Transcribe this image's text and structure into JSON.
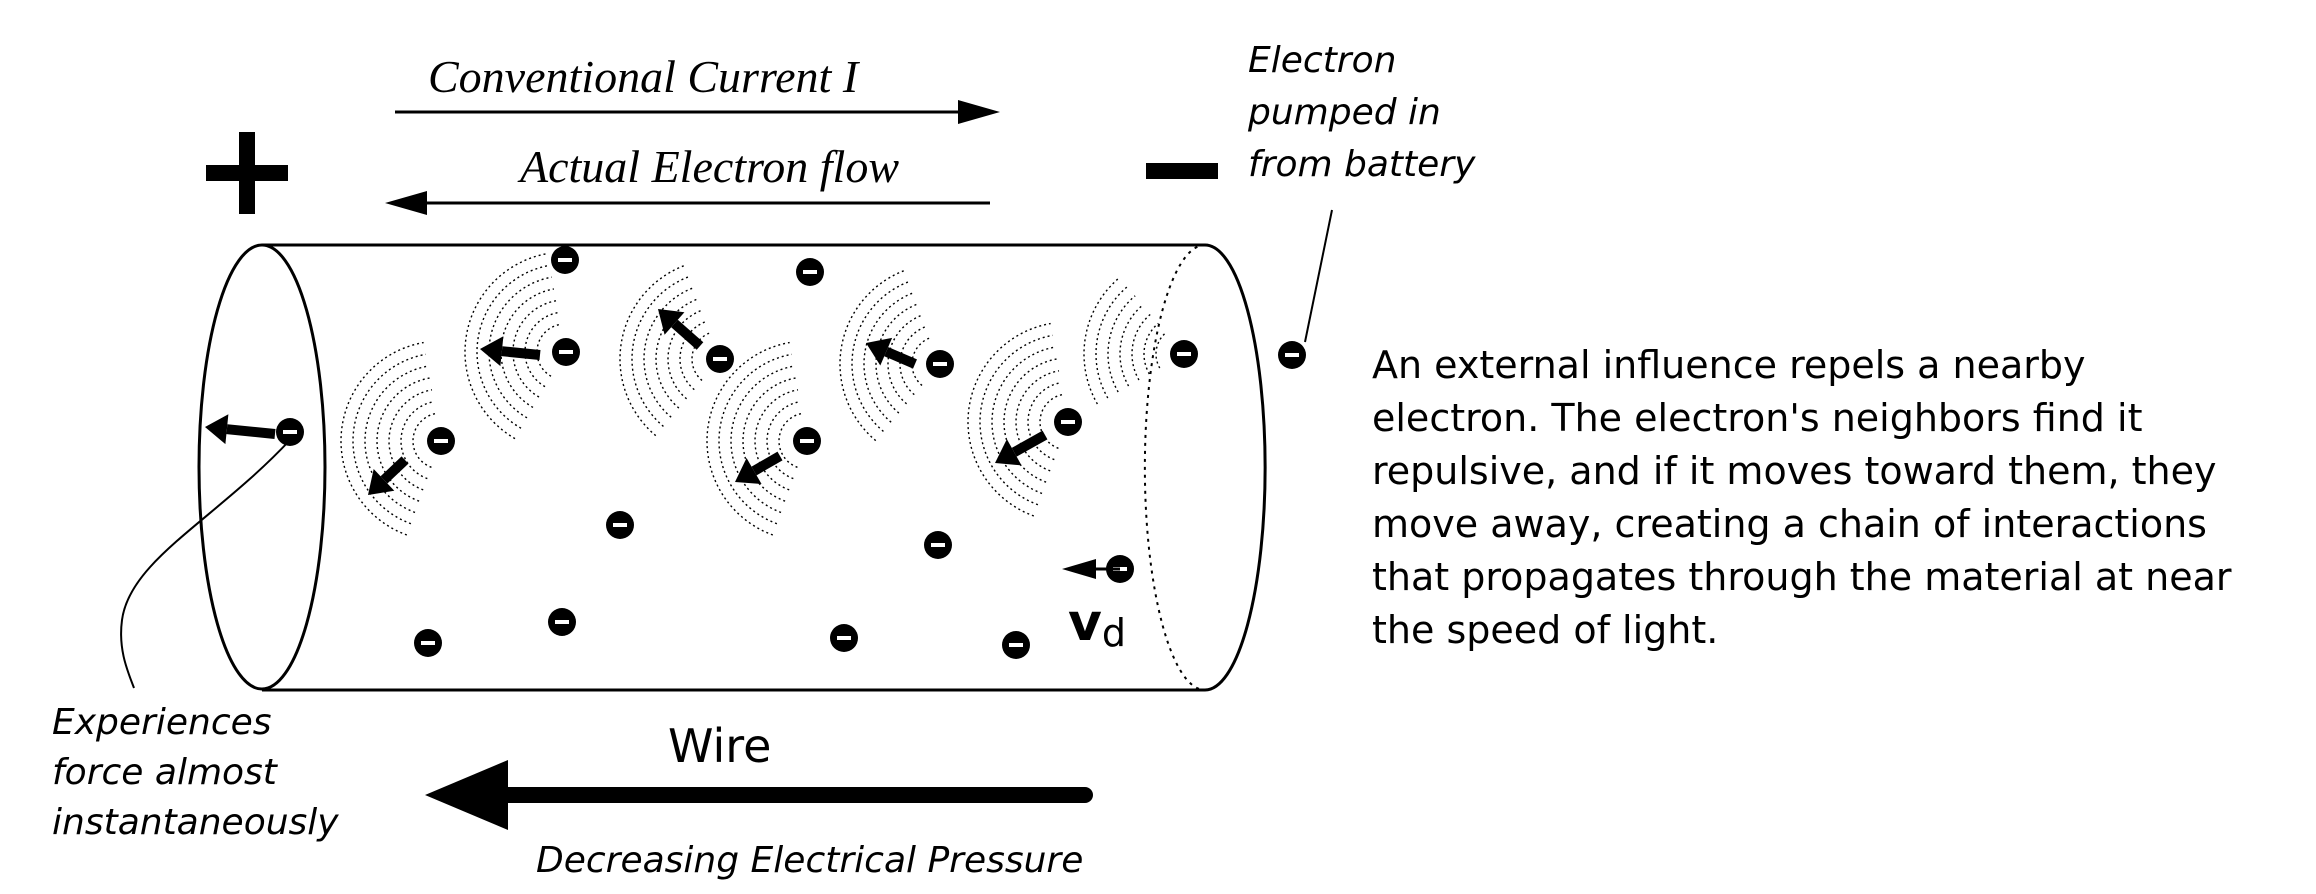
{
  "labels": {
    "conventional_current": "Conventional Current I",
    "actual_flow": "Actual Electron flow",
    "plus": "+",
    "minus": "−",
    "pumped": [
      "Electron",
      "pumped in",
      "from battery"
    ],
    "experiences": [
      "Experiences",
      "force almost",
      "instantaneously"
    ],
    "wire": "Wire",
    "pressure": "Decreasing Electrical Pressure",
    "vd_main": "v",
    "vd_sub": "d",
    "electron_symbol": "−"
  },
  "caption": [
    "An external influence repels a nearby",
    "electron.  The electron's neighbors find it",
    "repulsive, and if it moves toward them, they",
    "move away, creating a chain of interactions",
    "that propagates through the material at near",
    "the speed of light."
  ]
}
